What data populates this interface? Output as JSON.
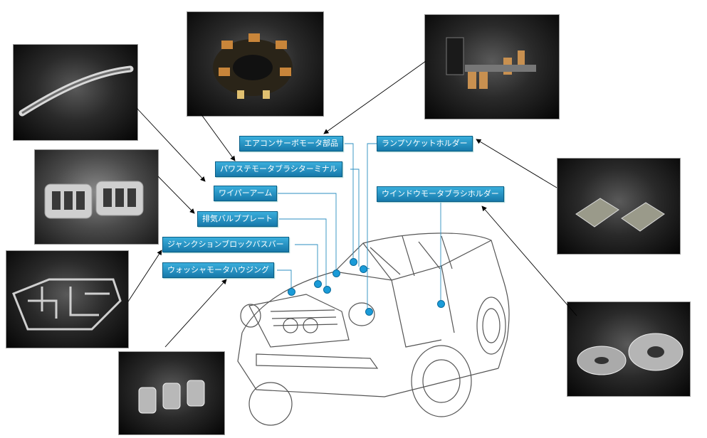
{
  "labels": {
    "aircon": "エアコンサーボモータ部品",
    "power": "パワステモータブラシターミナル",
    "wiper": "ワイパーアーム",
    "exhaust": "排気バルブプレート",
    "junction": "ジャンクションブロックバスバー",
    "washer": "ウォッシャモータハウジング",
    "lamp": "ランプソケットホルダー",
    "window": "ウインドウモータブラシホルダー"
  },
  "colors": {
    "label_fill": "#1f8fc4",
    "dot": "#1a9bd8",
    "leader": "#2b8ec0"
  }
}
